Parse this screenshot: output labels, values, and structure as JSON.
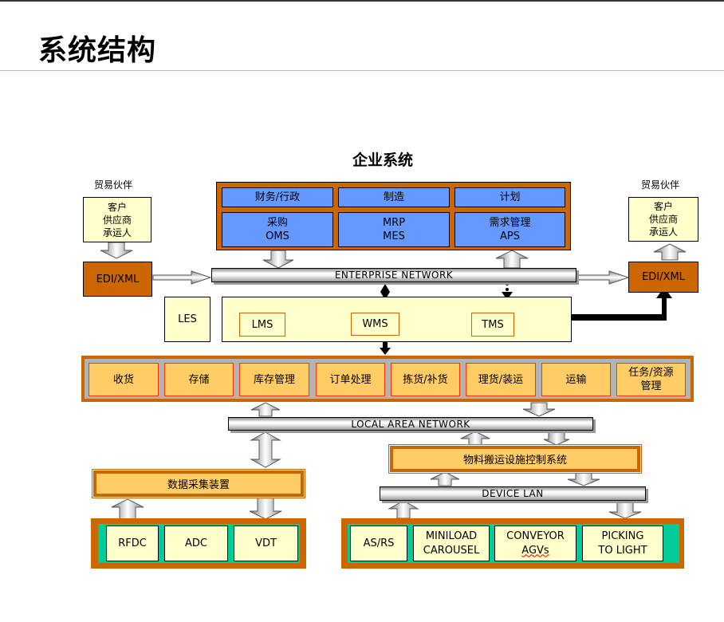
{
  "page": {
    "title": "系统结构"
  },
  "enterprise": {
    "heading": "企业系统",
    "modules": [
      {
        "top": "财务/行政",
        "bottom": [
          "采购",
          "OMS"
        ]
      },
      {
        "top": "制造",
        "bottom": [
          "MRP",
          "MES"
        ]
      },
      {
        "top": "计划",
        "bottom": [
          "需求管理",
          "APS"
        ]
      }
    ]
  },
  "partners": {
    "left": {
      "heading": "贸易伙伴",
      "lines": [
        "客户",
        "供应商",
        "承运人"
      ],
      "edi": "EDI/XML"
    },
    "right": {
      "heading": "贸易伙伴",
      "lines": [
        "客户",
        "供应商",
        "承运人"
      ],
      "edi": "EDI/XML"
    }
  },
  "networks": {
    "enterprise": "ENTERPRISE NETWORK",
    "local": "LOCAL AREA NETWORK",
    "device": "DEVICE LAN"
  },
  "les": {
    "label": "LES",
    "systems": [
      "LMS",
      "WMS",
      "TMS"
    ]
  },
  "functions": [
    "收货",
    "存储",
    "库存管理",
    "订单处理",
    "拣货/补货",
    "理货/装运",
    "运输",
    [
      "任务/资源",
      "管理"
    ]
  ],
  "data_collection": {
    "label": "数据采集装置",
    "devices": [
      "RFDC",
      "ADC",
      "VDT"
    ]
  },
  "material_handling": {
    "label": "物料搬运设施控制系统",
    "devices": [
      [
        "AS/RS"
      ],
      [
        "MINILOAD",
        "CAROUSEL"
      ],
      [
        "CONVEYOR",
        "AGVs"
      ],
      [
        "PICKING",
        "TO LIGHT"
      ]
    ]
  },
  "colors": {
    "frame_orange": "#cc6600",
    "module_blue": "#6699ff",
    "cream": "#ffffcc",
    "function_yellow": "#ffcc66",
    "teal": "#00cc99",
    "gray": "#b3b3b3"
  }
}
